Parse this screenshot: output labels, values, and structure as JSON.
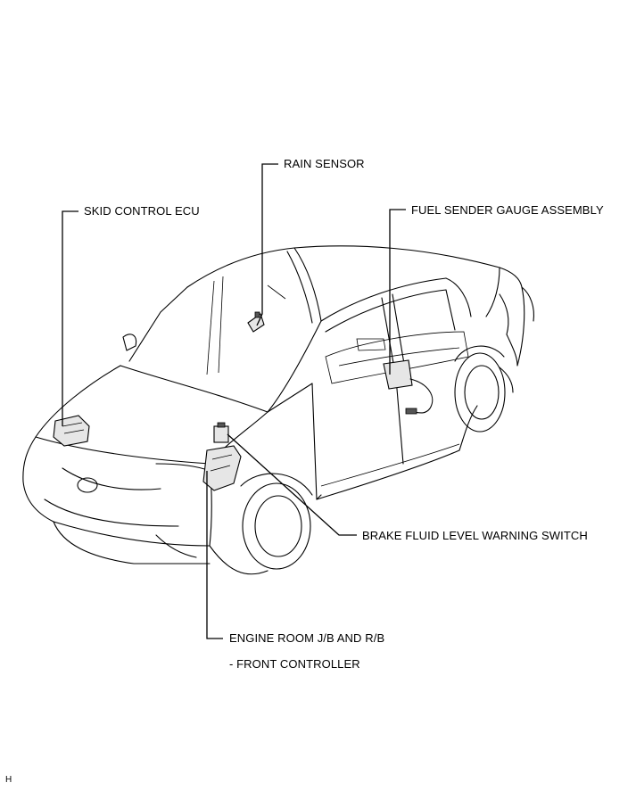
{
  "labels": {
    "rain_sensor": "RAIN SENSOR",
    "skid_control_ecu": "SKID CONTROL ECU",
    "fuel_sender_gauge": "FUEL SENDER GAUGE ASSEMBLY",
    "brake_fluid_switch": "BRAKE FLUID LEVEL WARNING  SWITCH",
    "engine_room_jb_line1": "ENGINE ROOM J/B AND R/B",
    "engine_room_jb_line2": "- FRONT CONTROLLER"
  },
  "figure_code": "H"
}
